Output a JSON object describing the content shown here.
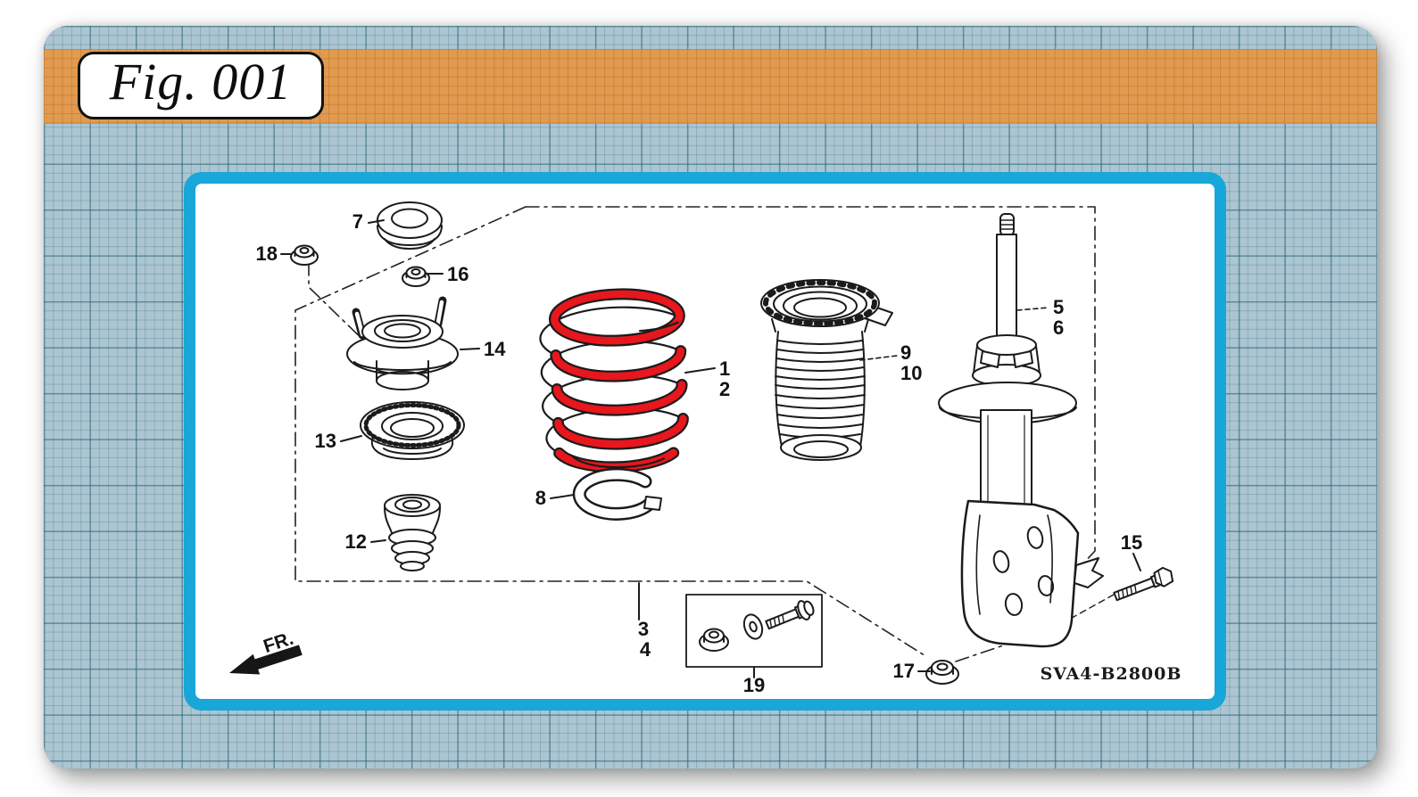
{
  "figure": {
    "label": "Fig. 001"
  },
  "diagram": {
    "code": "SVA4-B2800B",
    "direction_label": "FR.",
    "highlighted_parts": [
      "1",
      "2"
    ],
    "highlight_color": "#e8161d",
    "panel_border_color": "#17a7d9",
    "header_band_color": "#e19a4f",
    "grid_background_color": "#abc5d1"
  },
  "part_labels": {
    "p1": "1",
    "p2": "2",
    "p3": "3",
    "p4": "4",
    "p5": "5",
    "p6": "6",
    "p7": "7",
    "p8": "8",
    "p9": "9",
    "p10": "10",
    "p12": "12",
    "p13": "13",
    "p14": "14",
    "p15": "15",
    "p16": "16",
    "p17": "17",
    "p18": "18",
    "p19": "19"
  }
}
